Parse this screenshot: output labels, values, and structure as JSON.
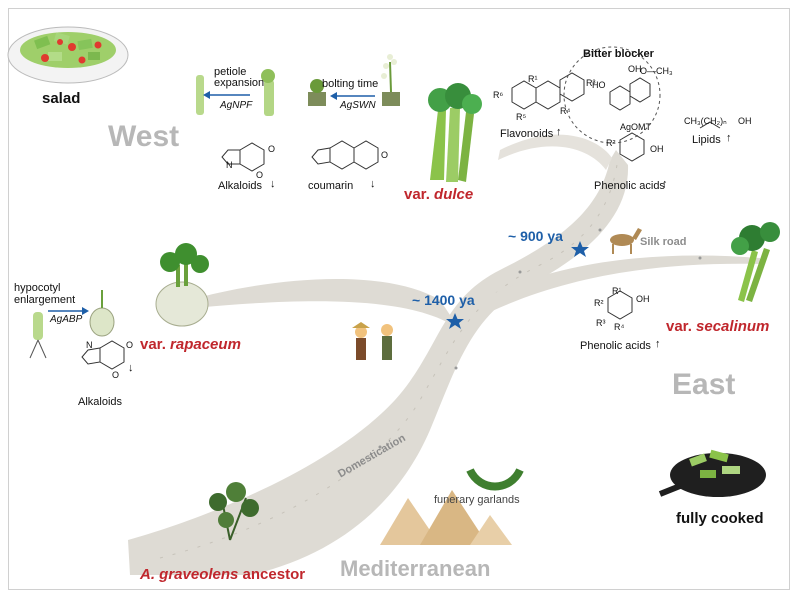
{
  "regions": {
    "west": "West",
    "east": "East",
    "mediterranean": "Mediterranean"
  },
  "varieties": {
    "dulce_prefix": "var. ",
    "dulce_name": "dulce",
    "rapaceum_prefix": "var. ",
    "rapaceum_name": "rapaceum",
    "secalinum_prefix": "var. ",
    "secalinum_name": "secalinum",
    "ancestor_name": "A. graveolens",
    "ancestor_suffix": " ancestor"
  },
  "timeline": {
    "t900": "~ 900 ya",
    "t1400": "~ 1400 ya"
  },
  "roads": {
    "silk_road": "Silk road",
    "domestication": "Domestication"
  },
  "uses": {
    "salad": "salad",
    "fully_cooked": "fully cooked",
    "funerary": "funerary garlands"
  },
  "west": {
    "petiole_expansion": "petiole expansion",
    "agnpf": "AgNPF",
    "bolting_time": "bolting time",
    "agswn": "AgSWN",
    "alkaloids": "Alkaloids",
    "coumarin": "coumarin"
  },
  "dulce": {
    "flavonoids": "Flavonoids",
    "bitter_blocker": "Bitter blocker",
    "agomt": "AgOMT",
    "lipids": "Lipids",
    "phenolic": "Phenolic acids"
  },
  "rapaceum": {
    "hypocotyl": "hypocotyl enlargement",
    "agabp": "AgABP",
    "alkaloids": "Alkaloids"
  },
  "secalinum": {
    "phenolic": "Phenolic acids"
  },
  "arrows": {
    "up": "↑",
    "down": "↓"
  },
  "chem": {
    "r1": "R¹",
    "r2": "R²",
    "r3": "R³",
    "r4": "R⁴",
    "r5": "R⁵",
    "r6": "R⁶",
    "oh": "OH",
    "o": "O",
    "n": "N",
    "ho": "HO",
    "ch3": "CH₃",
    "och3": "O—CH₃",
    "lipid_chain": "CH₃(CH₂)ₙ"
  },
  "colors": {
    "variety": "#c0272d",
    "region": "#b7b7b7",
    "timeline": "#1e5fa8",
    "road": "#d9d6cf",
    "star": "#1e5fa8"
  }
}
